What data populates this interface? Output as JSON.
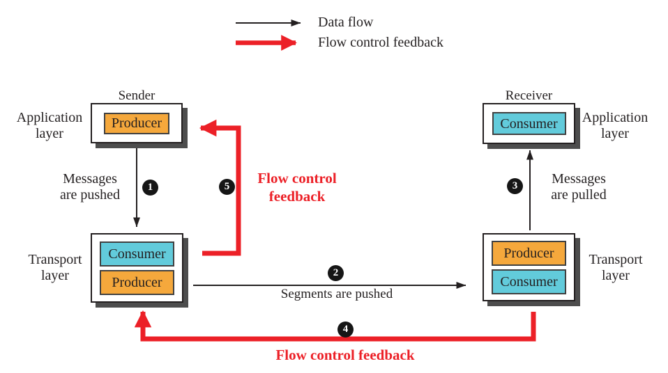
{
  "colors": {
    "producer_orange": "#f5a83c",
    "consumer_cyan": "#62cbdb",
    "feedback_red": "#ec2027",
    "line_black": "#231f20",
    "box_shadow_gray": "#4d4d4d"
  },
  "legend": {
    "data_flow_label": "Data flow",
    "flow_control_label": "Flow control feedback"
  },
  "sender": {
    "title": "Sender",
    "application_layer_label": "Application\nlayer",
    "transport_layer_label": "Transport\nlayer",
    "app_component": "Producer",
    "transport_components": [
      "Consumer",
      "Producer"
    ]
  },
  "receiver": {
    "title": "Receiver",
    "application_layer_label": "Application\nlayer",
    "transport_layer_label": "Transport\nlayer",
    "app_component": "Consumer",
    "transport_components": [
      "Producer",
      "Consumer"
    ]
  },
  "steps": {
    "1": {
      "badge": "1",
      "label": "Messages\nare pushed"
    },
    "2": {
      "badge": "2",
      "label": "Segments are pushed"
    },
    "3": {
      "badge": "3",
      "label": "Messages\nare pulled"
    },
    "4": {
      "badge": "4",
      "label": "Flow control feedback"
    },
    "5": {
      "badge": "5",
      "label": "Flow control\nfeedback"
    }
  }
}
